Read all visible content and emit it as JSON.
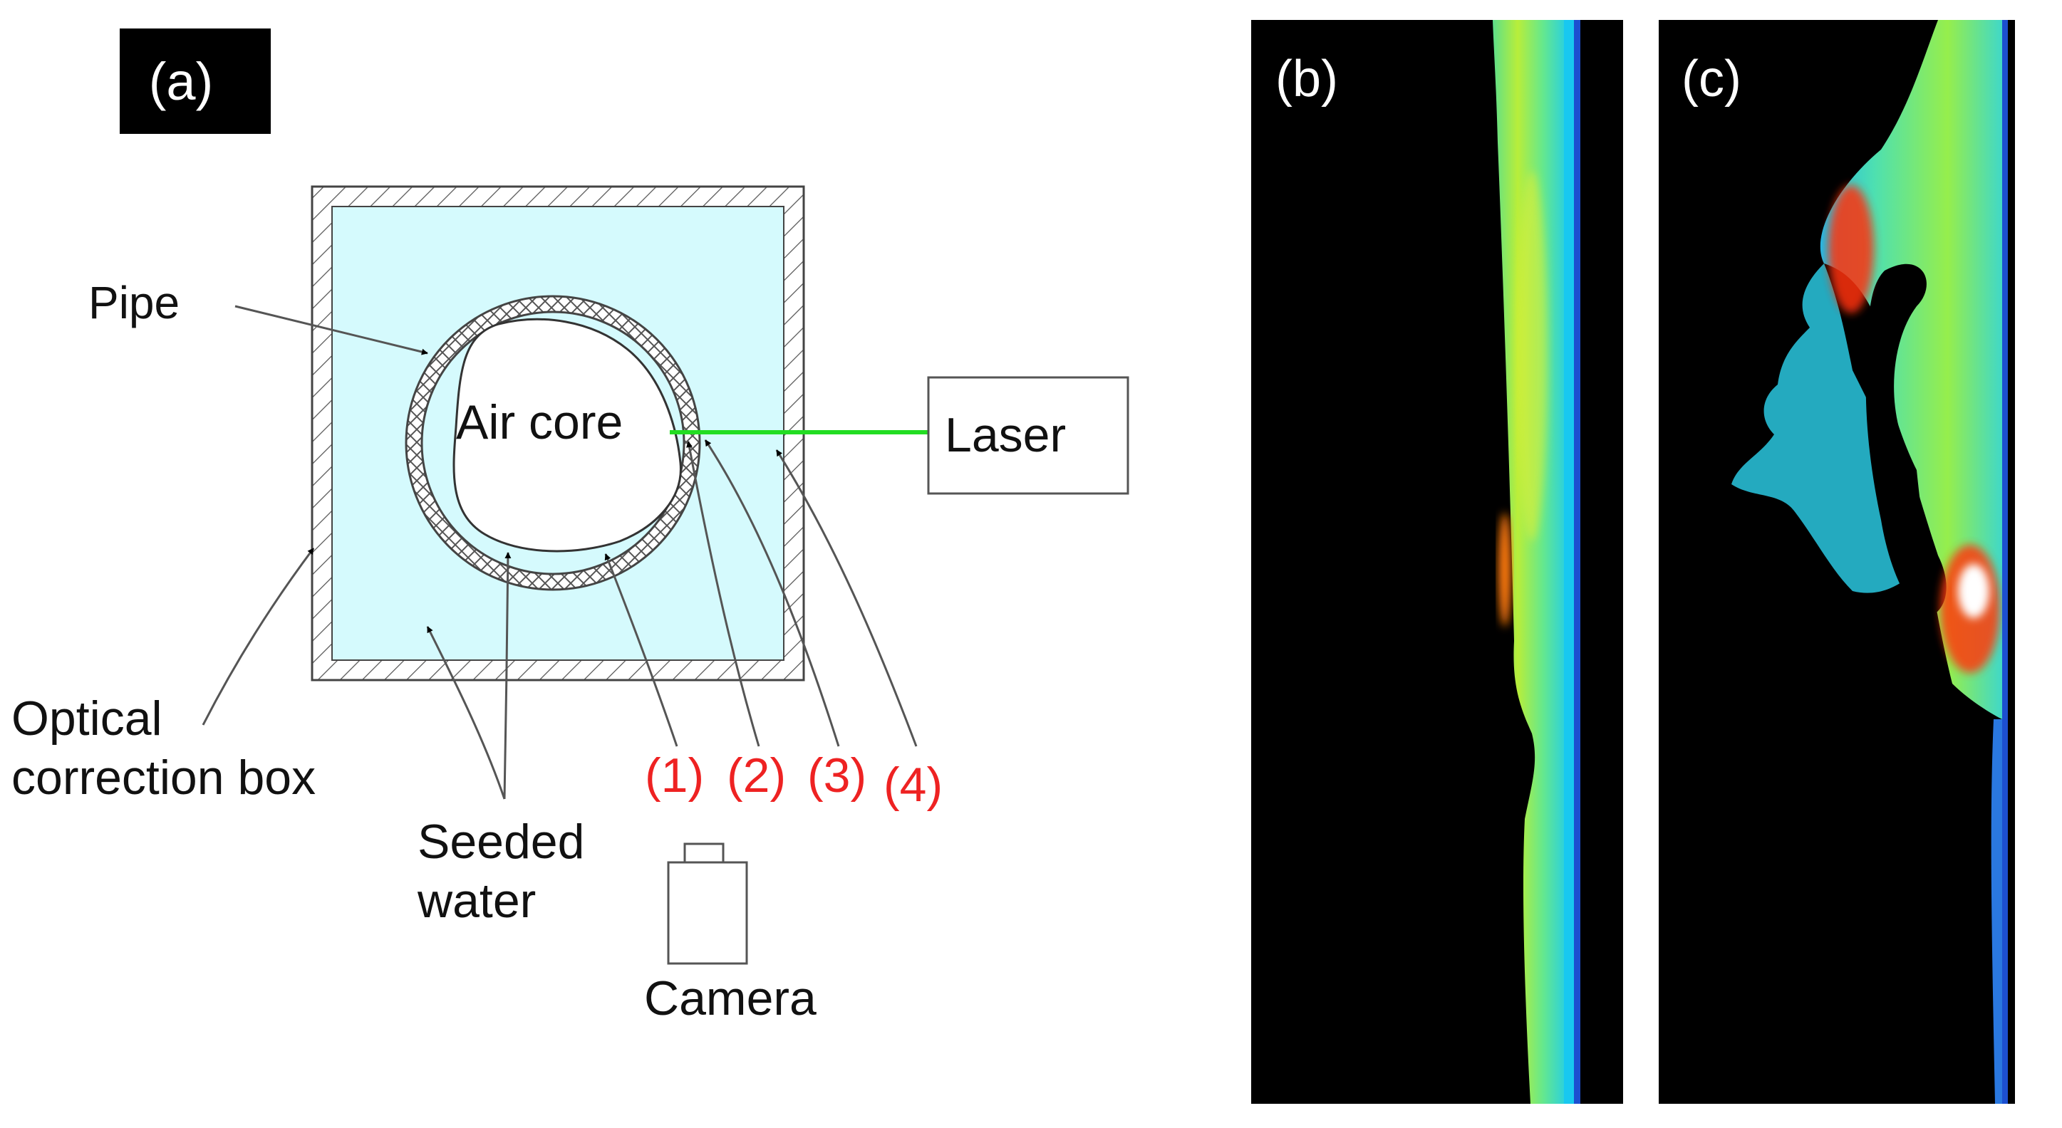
{
  "panel_a": {
    "label": "(a)",
    "labels": {
      "pipe": "Pipe",
      "air_core": "Air core",
      "laser": "Laser",
      "optical_line1": "Optical",
      "optical_line2": "correction box",
      "seeded_line1": "Seeded",
      "seeded_line2": "water",
      "camera": "Camera"
    },
    "markers": [
      "(1)",
      "(2)",
      "(3)",
      "(4)"
    ],
    "colors": {
      "water": "#d5fafd",
      "laser_beam": "#22dd22",
      "marker_text": "#ee2222",
      "label_bg": "#000000"
    }
  },
  "panel_b": {
    "label": "(b)"
  },
  "panel_c": {
    "label": "(c)"
  },
  "colors": {
    "image_bg": "#000000",
    "colormap": [
      "#1030a0",
      "#19c8e0",
      "#66ee88",
      "#c8f020",
      "#ffd000",
      "#ff3010",
      "#ffffff"
    ]
  }
}
